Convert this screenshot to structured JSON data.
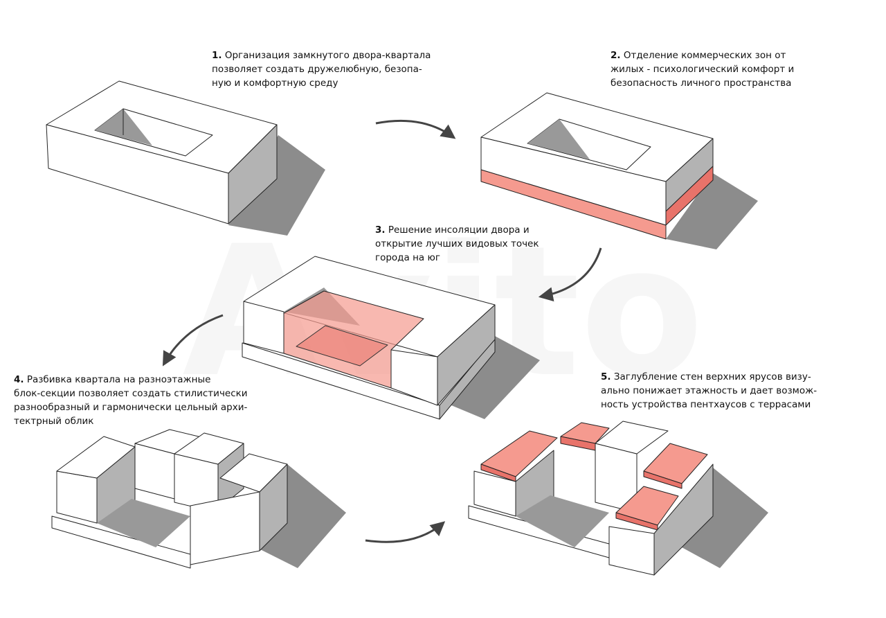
{
  "steps": [
    {
      "number": "1.",
      "lines": [
        "Организация  замкнутого двора-квартала",
        "позволяет создать дружелюбную, безопа-",
        "ную и комфортную среду"
      ]
    },
    {
      "number": "2.",
      "lines": [
        "Отделение коммерческих зон от",
        "жилых - психологический комфорт и",
        "безопасность личного пространства"
      ]
    },
    {
      "number": "3.",
      "lines": [
        "Решение инсоляции двора и",
        "открытие лучших видовых точек",
        "города на юг"
      ]
    },
    {
      "number": "4.",
      "lines": [
        "Разбивка квартала на разноэтажные",
        "блок-секции позволяет создать стилистически",
        "разнообразный и гармонически цельный архи-",
        "тектрный облик"
      ]
    },
    {
      "number": "5.",
      "lines": [
        "Заглубление стен верхних ярусов визу-",
        "ально понижает этажность и дает возмож-",
        "ность устройства пентхаусов с террасами"
      ]
    }
  ],
  "watermark": "Avito",
  "colors": {
    "highlight": "#f59a8f",
    "highlight_side": "#e8736a",
    "shadow": "#8c8c8c",
    "wall_dark": "#b3b3b3",
    "wall_light": "#ffffff",
    "arrow": "#444444"
  }
}
